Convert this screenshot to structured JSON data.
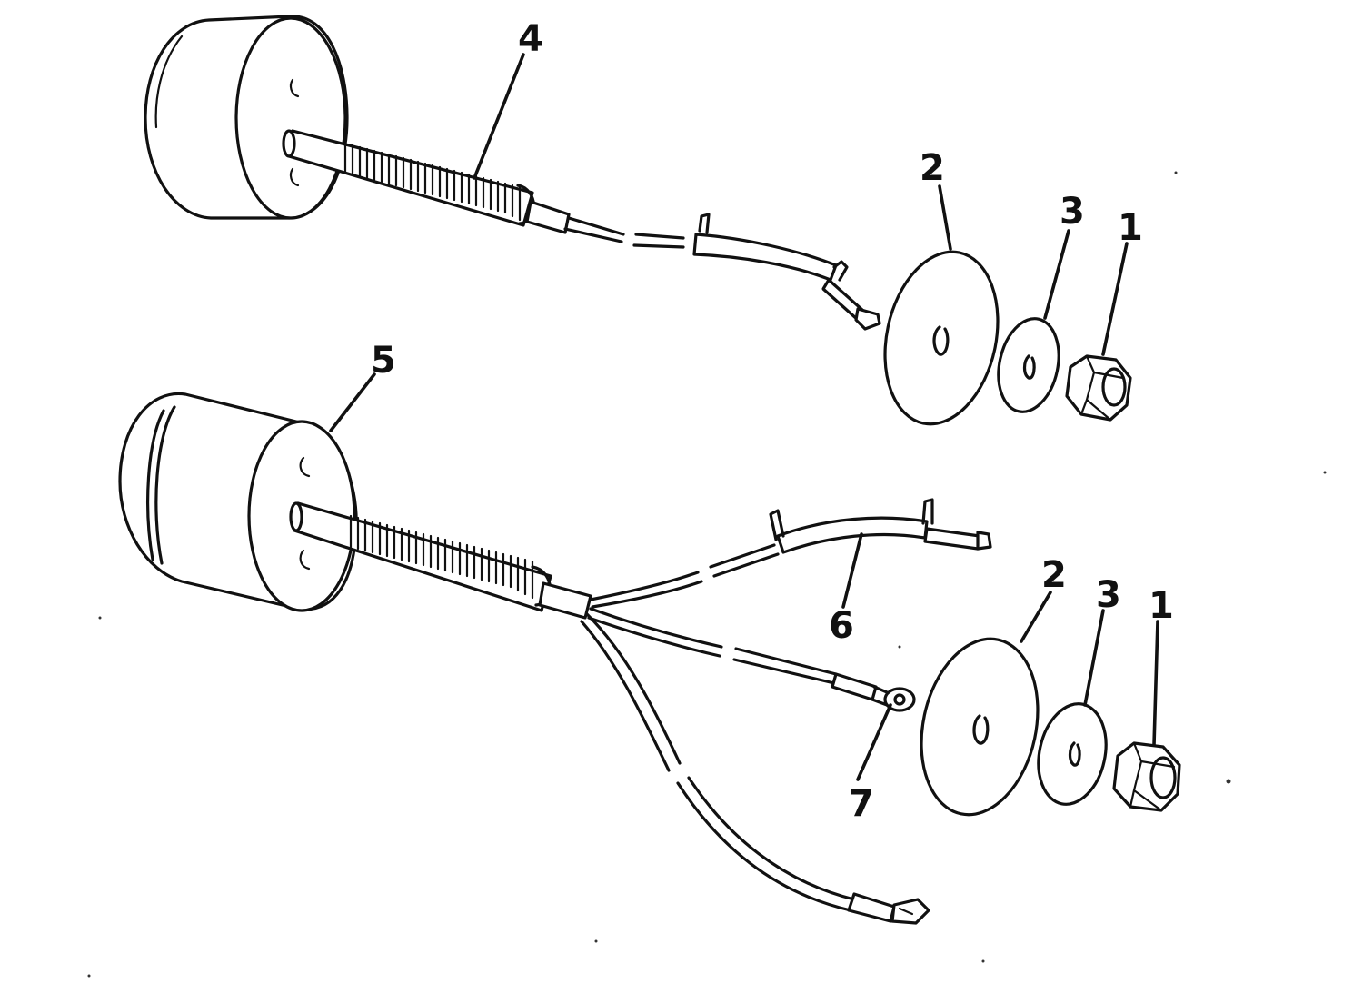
{
  "callouts": {
    "c1_top": "1",
    "c2_top": "2",
    "c3_top": "3",
    "c4": "4",
    "c5": "5",
    "c1_bottom": "1",
    "c2_bottom": "2",
    "c3_bottom": "3",
    "c6": "6",
    "c7": "7"
  },
  "colors": {
    "ink": "#111111",
    "paper": "#ffffff"
  }
}
